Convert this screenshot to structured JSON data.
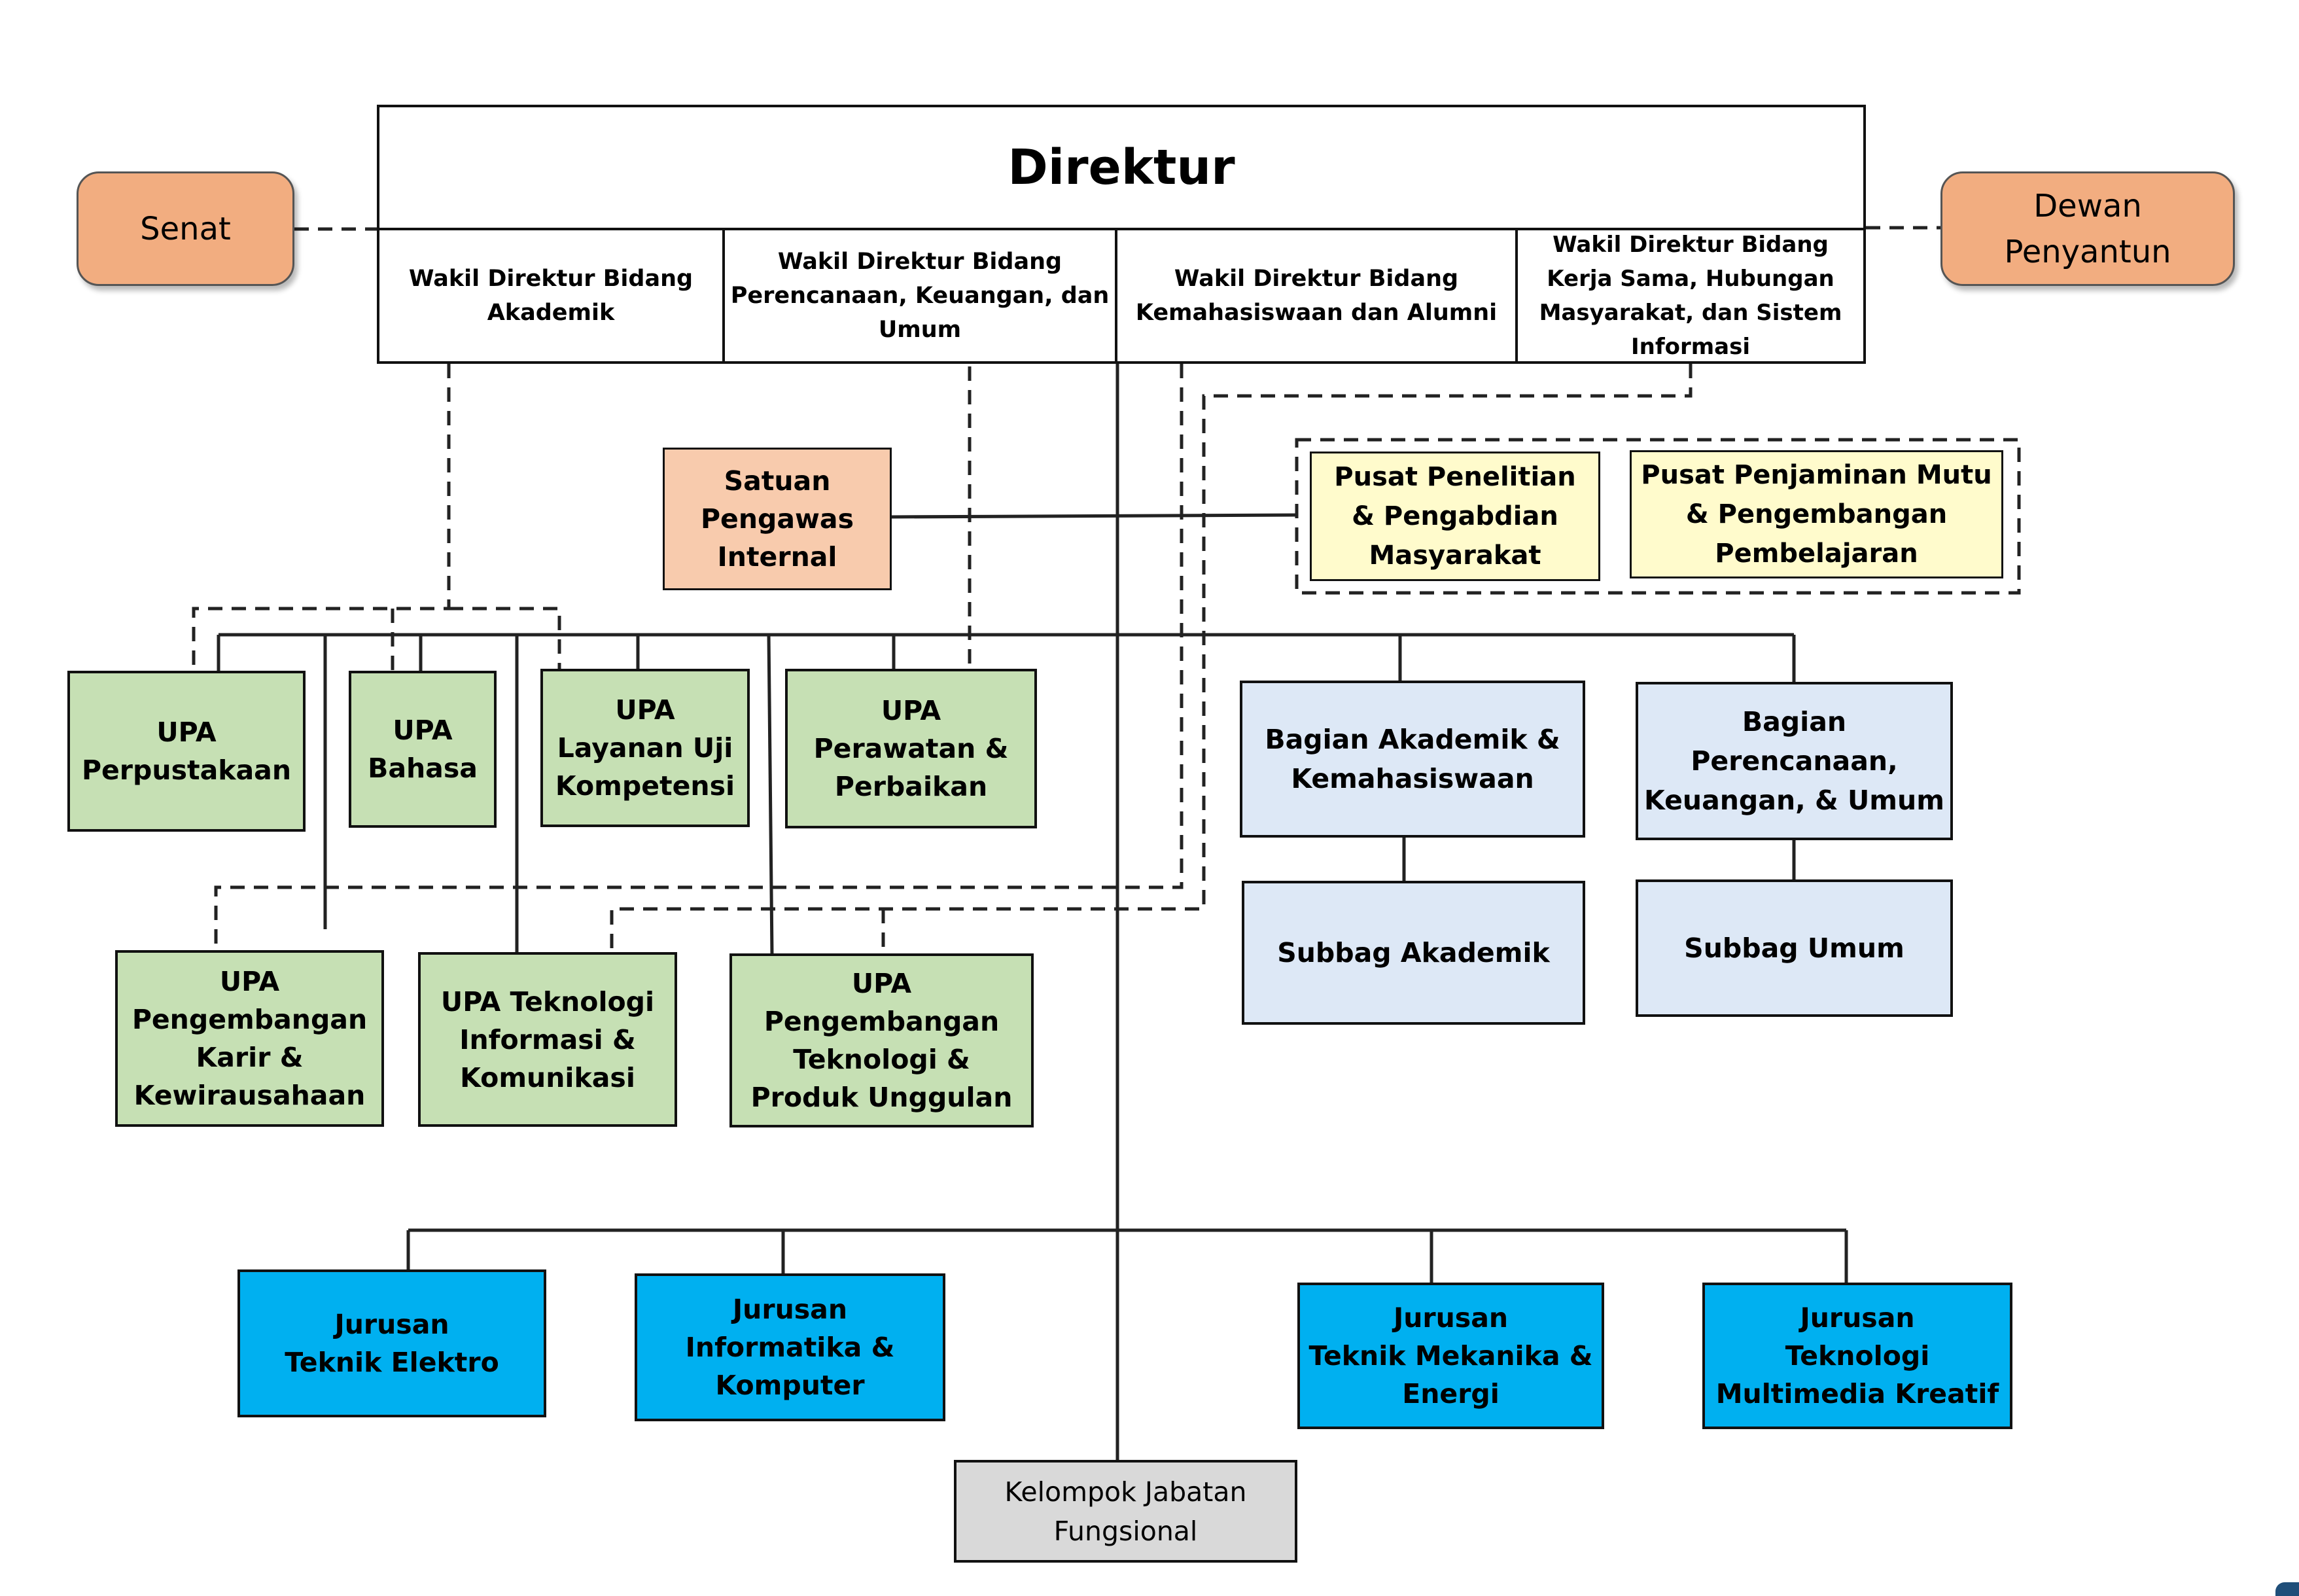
{
  "title": "Direktur",
  "side": {
    "senat": "Senat",
    "dewan": "Dewan\nPenyantun"
  },
  "vice_directors": [
    "Wakil Direktur Bidang\nAkademik",
    "Wakil Direktur Bidang\nPerencanaan, Keuangan, dan\nUmum",
    "Wakil Direktur Bidang\nKemahasiswaan dan Alumni",
    "Wakil Direktur Bidang\nKerja Sama, Hubungan\nMasyarakat, dan Sistem\nInformasi"
  ],
  "spi": "Satuan\nPengawas\nInternal",
  "centers": [
    "Pusat Penelitian\n& Pengabdian\nMasyarakat",
    "Pusat Penjaminan Mutu\n& Pengembangan\nPembelajaran"
  ],
  "upa_row1": [
    "UPA\nPerpustakaan",
    "UPA\nBahasa",
    "UPA\nLayanan Uji\nKompetensi",
    "UPA\nPerawatan &\nPerbaikan"
  ],
  "upa_row2": [
    "UPA\nPengembangan\nKarir &\nKewirausahaan",
    "UPA Teknologi\nInformasi &\nKomunikasi",
    "UPA\nPengembangan\nTeknologi &\nProduk Unggulan"
  ],
  "bagian": [
    "Bagian Akademik &\nKemahasiswaan",
    "Bagian\nPerencanaan,\nKeuangan, & Umum"
  ],
  "subbag": [
    "Subbag Akademik",
    "Subbag Umum"
  ],
  "jurusan": [
    "Jurusan\nTeknik Elektro",
    "Jurusan\nInformatika &\nKomputer",
    "Jurusan\nTeknik Mekanika &\nEnergi",
    "Jurusan\nTeknologi\nMultimedia Kreatif"
  ],
  "kjf": "Kelompok Jabatan\nFungsional",
  "colors": {
    "orange": "#f2ad80",
    "spi": "#f8cbad",
    "green": "#c6e0b4",
    "light_blue": "#dde8f6",
    "blue": "#00b0f0",
    "yellow": "#fffbcc",
    "gray": "#d9d9d9"
  }
}
